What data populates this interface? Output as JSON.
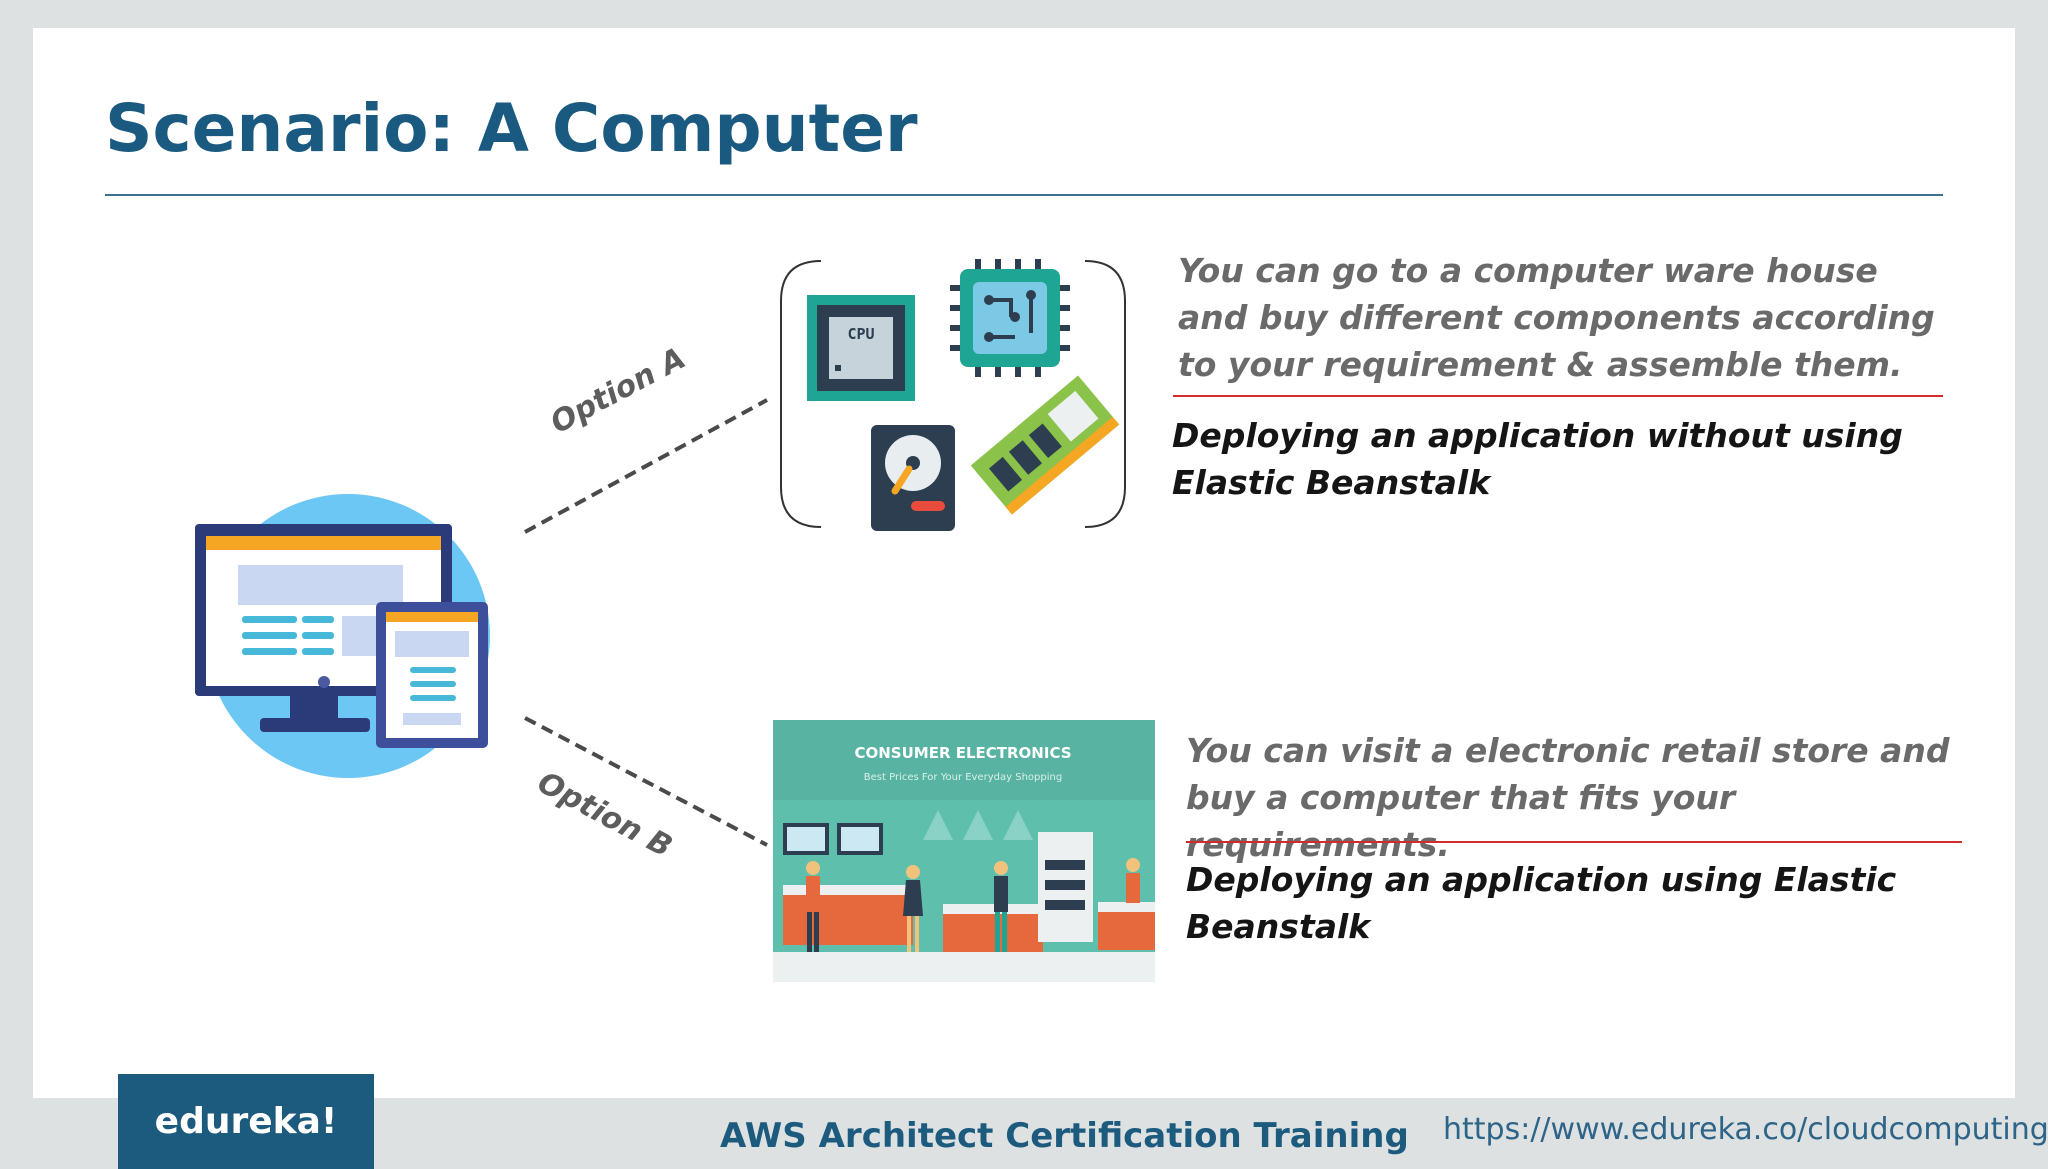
{
  "slide": {
    "title": "Scenario: A Computer",
    "colors": {
      "title": "#1a5a80",
      "rule": "#3b6e8f",
      "red_rule": "#d12b2b",
      "footer": "#1c5a7e"
    }
  },
  "option_a": {
    "label": "Option A",
    "description": "You can go to a computer ware house and buy different components according to your requirement & assemble them.",
    "deployment": "Deploying an application without using Elastic Beanstalk",
    "cpu_label": "CPU"
  },
  "option_b": {
    "label": "Option B",
    "description": "You can visit a electronic retail store and buy a computer that fits your requirements.",
    "deployment": "Deploying an application using Elastic Beanstalk",
    "store_title": "CONSUMER ELECTRONICS",
    "store_subtitle": "Best Prices For Your Everyday Shopping"
  },
  "footer": {
    "logo": "edureka!",
    "course": "AWS Architect Certification Training",
    "url": "https://www.edureka.co/cloudcomputing"
  }
}
